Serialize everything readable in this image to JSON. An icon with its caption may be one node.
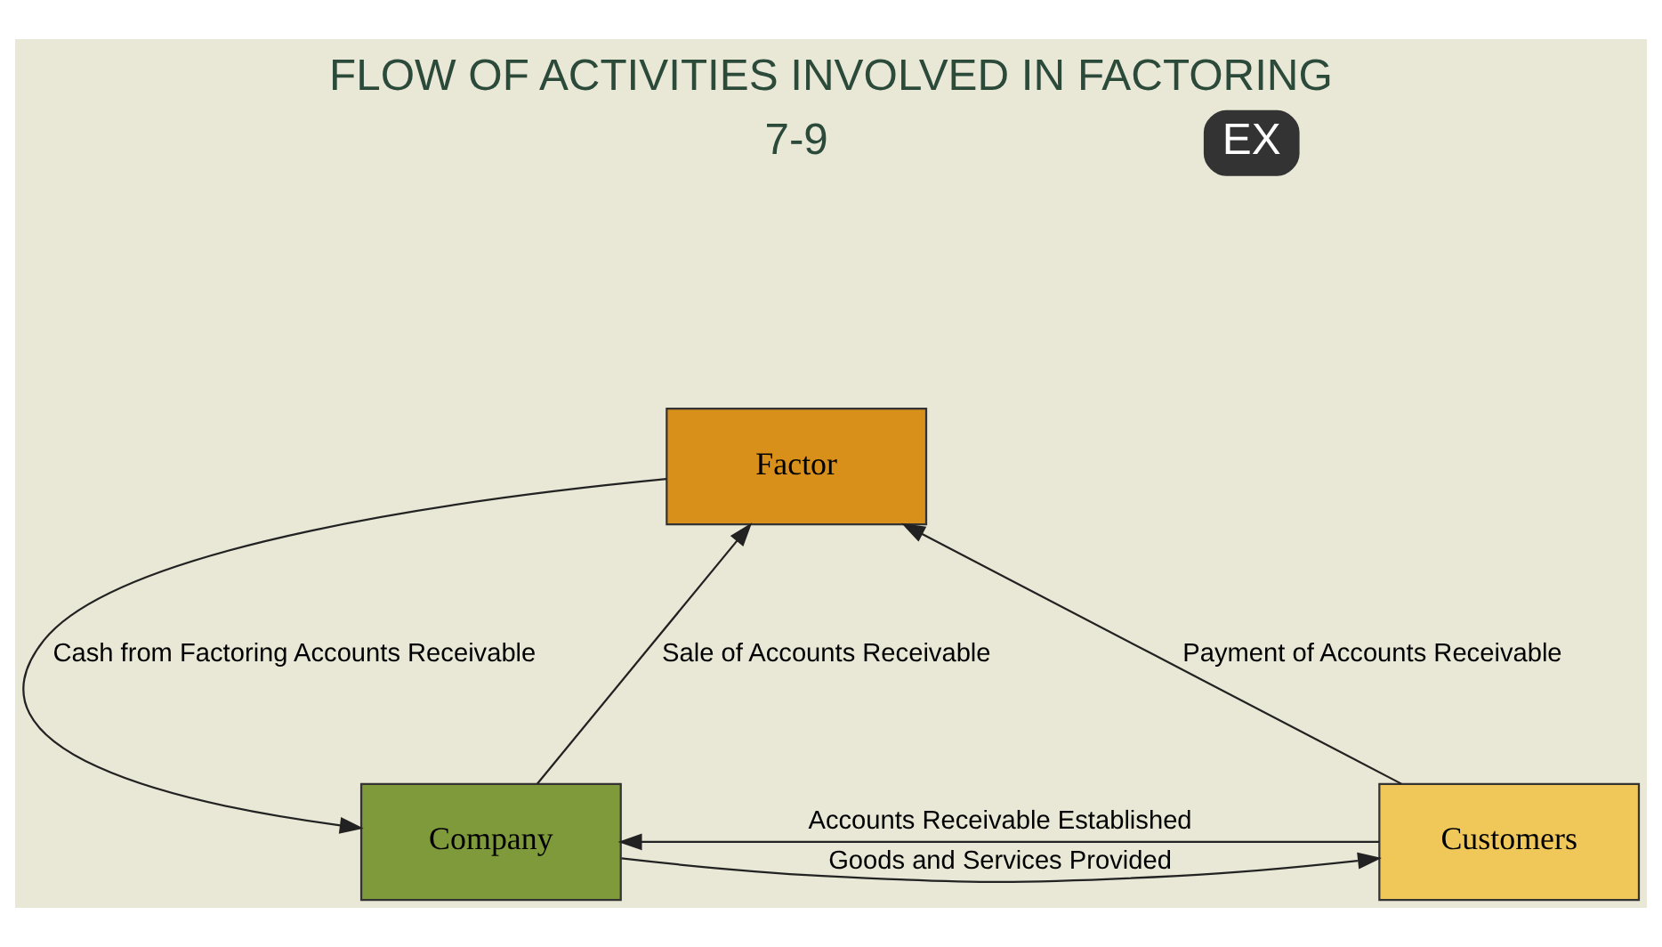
{
  "diagram": {
    "title": "FLOW OF ACTIVITIES INVOLVED IN FACTORING",
    "nodes": [
      {
        "text": [
          "Factor"
        ]
      },
      {
        "text": [
          "Customers"
        ]
      },
      {
        "text": [
          "Company"
        ]
      }
    ],
    "edges": [
      {
        "from": 1,
        "to": 0,
        "arrow": "to",
        "label": "Payment of Accounts Receivable"
      },
      {
        "from": 2,
        "to": 0,
        "arrow": "to",
        "label": "Sale of Accounts Receivable"
      },
      {
        "from": 0,
        "to": 2,
        "arrow": "to",
        "label": "Cash from Factoring Accounts Receivable"
      },
      {
        "from": 2,
        "to": 1,
        "arrow": "to",
        "label": "Goods and Services Provided"
      },
      {
        "from": 1,
        "to": 2,
        "arrow": "to",
        "label": "Accounts Receivable Established"
      }
    ],
    "labels": [
      "EX",
      "7-9"
    ]
  }
}
